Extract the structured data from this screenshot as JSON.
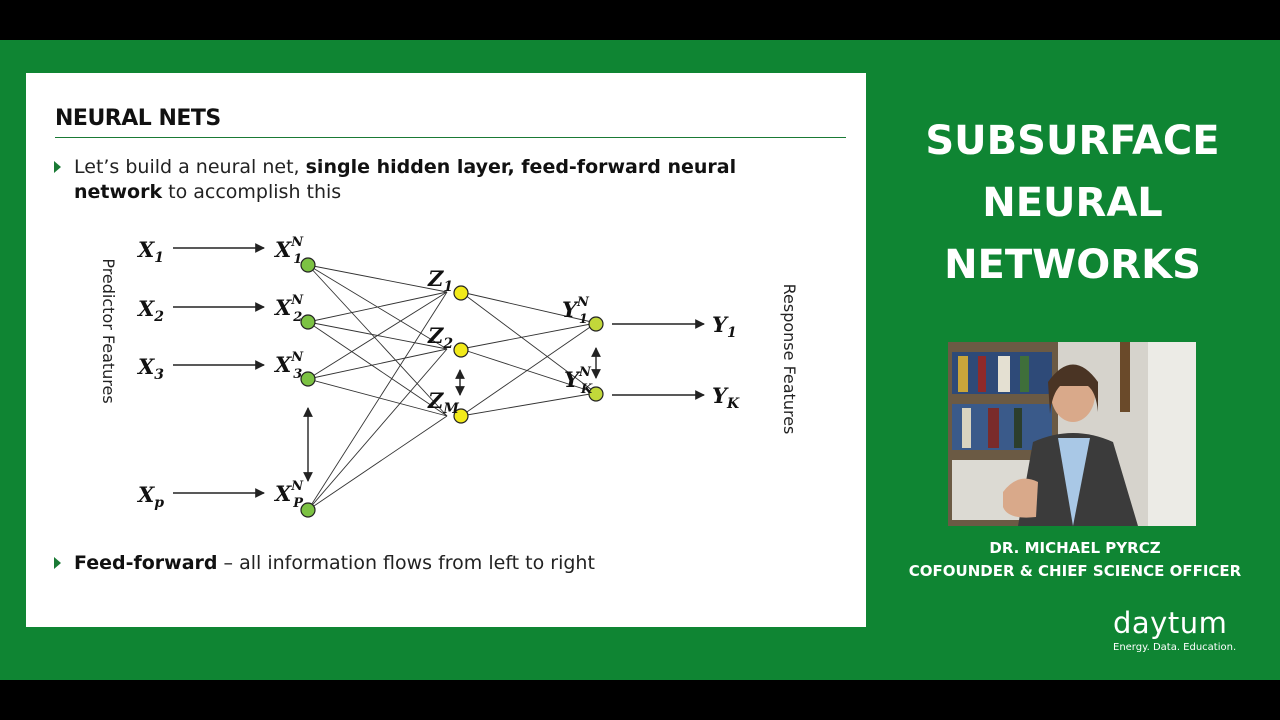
{
  "slide": {
    "title": "NEURAL NETS",
    "bullet1_pre": "Let’s build a neural net, ",
    "bullet1_bold": "single hidden layer, feed-forward neural network",
    "bullet1_post": " to accomplish this",
    "bullet2_bold": "Feed-forward",
    "bullet2_post": " – all information flows from left to right"
  },
  "diagram": {
    "left_axis_label": "Predictor Features",
    "right_axis_label": "Response Features",
    "input_labels": [
      {
        "base": "X",
        "sub": "1"
      },
      {
        "base": "X",
        "sub": "2"
      },
      {
        "base": "X",
        "sub": "3"
      },
      {
        "base": "X",
        "sub": "p"
      }
    ],
    "input_node_labels": [
      {
        "base": "X",
        "sub": "1",
        "sup": "N"
      },
      {
        "base": "X",
        "sub": "2",
        "sup": "N"
      },
      {
        "base": "X",
        "sub": "3",
        "sup": "N"
      },
      {
        "base": "X",
        "sub": "P",
        "sup": "N"
      }
    ],
    "hidden_node_labels": [
      {
        "base": "Z",
        "sub": "1"
      },
      {
        "base": "Z",
        "sub": "2"
      },
      {
        "base": "Z",
        "sub": "M"
      }
    ],
    "output_node_labels": [
      {
        "base": "Y",
        "sub": "1",
        "sup": "N"
      },
      {
        "base": "Y",
        "sub": "K",
        "sup": "N"
      }
    ],
    "output_labels": [
      {
        "base": "Y",
        "sub": "1"
      },
      {
        "base": "Y",
        "sub": "K"
      }
    ],
    "colors": {
      "input_node": "#7cc243",
      "hidden_node": "#f2ea1a",
      "output_node": "#c2d83a",
      "stroke": "#333333"
    }
  },
  "right_panel": {
    "title_line1": "SUBSURFACE",
    "title_line2": "NEURAL",
    "title_line3": "NETWORKS",
    "presenter_name": "DR. MICHAEL PYRCZ",
    "presenter_role": "COFOUNDER & CHIEF SCIENCE OFFICER",
    "logo": "daytum",
    "tagline": "Energy. Data. Education."
  },
  "colors": {
    "background": "#0f8533",
    "accent": "#1a7a35"
  }
}
